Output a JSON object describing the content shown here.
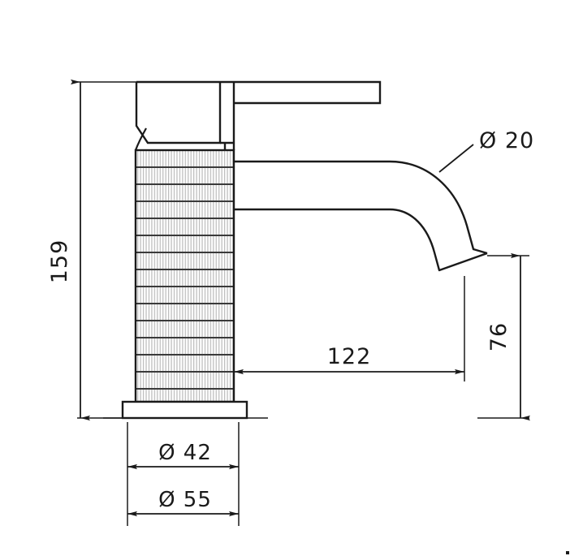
{
  "drawing": {
    "title": "Basin mixer tap elevation drawing",
    "background_color": "#ffffff",
    "line_color": "#1a1a1a",
    "knurl_color": "#b8b8b8",
    "dimensions": {
      "height_overall": "159",
      "spout_diameter": "Ø 20",
      "spout_reach": "122",
      "spout_height": "76",
      "body_diameter": "Ø 42",
      "base_diameter": "Ø 55"
    },
    "parts": {
      "lever_handle": "lever-handle",
      "cartridge_housing": "cartridge-housing",
      "knurled_body": "knurled-body",
      "spout": "curved-spout",
      "base_flange": "base-flange"
    }
  }
}
